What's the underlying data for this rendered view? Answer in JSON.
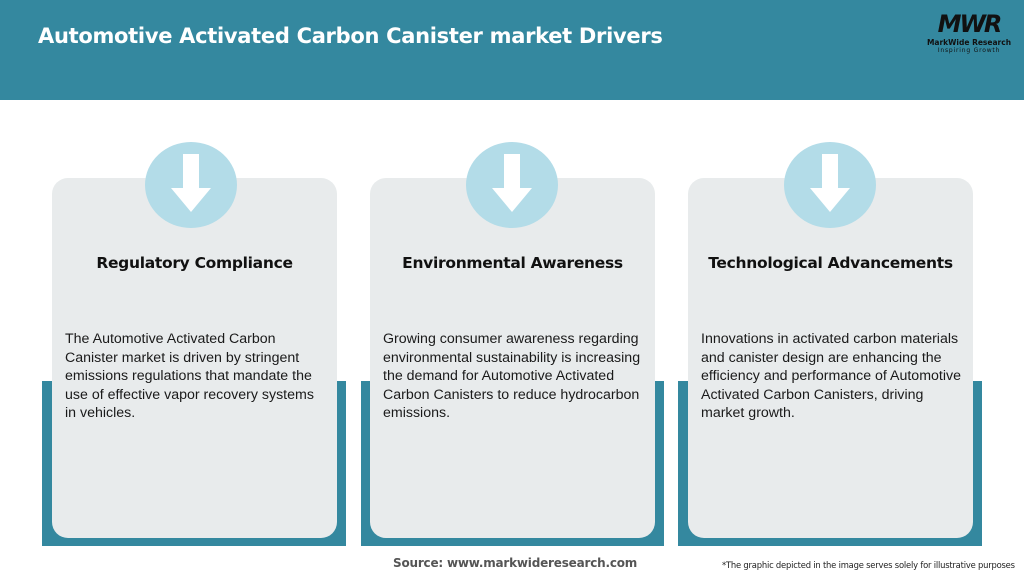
{
  "header": {
    "title": "Automotive Activated Carbon Canister market Drivers",
    "background_color": "#34889f"
  },
  "logo": {
    "mark": "MWR",
    "name": "MarkWide Research",
    "tagline": "Inspiring Growth"
  },
  "cards": [
    {
      "icon": "down-arrow-icon",
      "title": "Regulatory Compliance",
      "text": "The Automotive Activated Carbon Canister market is driven by stringent emissions regulations that mandate the use of effective vapor recovery systems in vehicles."
    },
    {
      "icon": "down-arrow-icon",
      "title": "Environmental Awareness",
      "text": "Growing consumer awareness regarding environmental sustainability is increasing the demand for Automotive Activated Carbon Canisters to reduce hydrocarbon emissions."
    },
    {
      "icon": "down-arrow-icon",
      "title": "Technological Advancements",
      "text": "Innovations in activated carbon materials and canister design are enhancing the efficiency and performance of Automotive Activated Carbon Canisters, driving market growth."
    }
  ],
  "colors": {
    "accent": "#34889f",
    "card_bg": "#e8ebec",
    "icon_circle": "#b3dce8"
  },
  "footer": {
    "source": "Source: www.markwideresearch.com",
    "disclaimer": "*The graphic depicted in the image serves solely for illustrative purposes"
  }
}
